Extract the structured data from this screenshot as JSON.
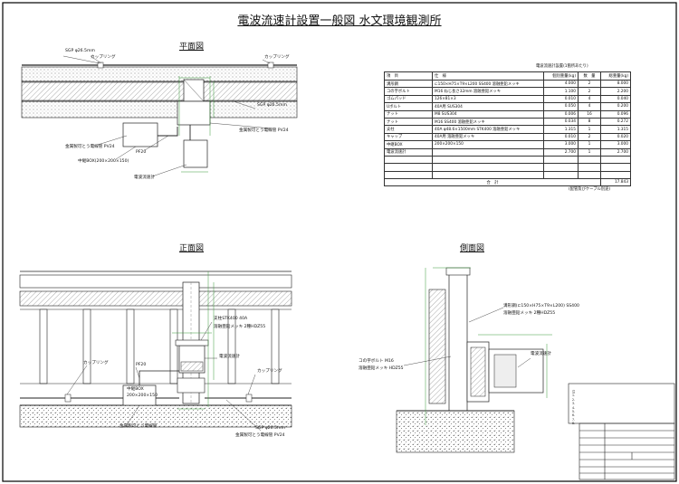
{
  "drawing": {
    "title": "電波流速計設置一般図 水文環境観測所",
    "views": {
      "plan": "平面図",
      "front": "正面図",
      "side": "側面図"
    }
  },
  "labels": {
    "plan_sgp_top": "SGP φ26.5mm",
    "plan_coupling_left": "カップリング",
    "plan_coupling_right": "カップリング",
    "plan_sgp_right": "SGP φ26.5mm",
    "plan_flex_left": "金属製可とう電線管 PV24",
    "plan_flex_right": "金属製可とう電線管 PV24",
    "plan_pf": "PF20",
    "plan_box": "中継BOX(200×200×150)",
    "plan_meter": "電波流速計",
    "front_support": "支柱STK400 40A",
    "front_plating": "溶融亜鉛メッキ 2種HDZ55",
    "front_coupling_left": "カップリング",
    "front_pf": "PF20",
    "front_meter": "電波流速計",
    "front_coupling_right": "カップリング",
    "front_box": "中継BOX",
    "front_box_size": "200×200×150",
    "front_flex_left": "金属製可とう電線管",
    "front_sgp": "SGP φ26.5mm",
    "front_flex_right": "金属製可とう電線管 PV24",
    "side_channel": "溝形鋼(⊏150×H75×T9×L200) SS400",
    "side_channel_plating": "溶融亜鉛メッキ 2種HDZ55",
    "side_bolt": "コの字ボルト M16",
    "side_bolt_plating": "溶融亜鉛メッキ HDZ55",
    "side_meter": "電波流速計"
  },
  "bom": {
    "caption": "電波流速計設置(1箇所あたり)",
    "headers": [
      "項　目",
      "仕　様",
      "個別重量(kg)",
      "数　量",
      "総重量(kg)"
    ],
    "rows": [
      [
        "溝形鋼",
        "⊏150×H75×T9×L200 SS400 溶融亜鉛メッキ",
        "4.000",
        "2",
        "8.000"
      ],
      [
        "コの字ボルト",
        "M16 ねじ長さ32mm 溶融亜鉛メッキ",
        "1.100",
        "2",
        "2.200"
      ],
      [
        "ゴムパッド",
        "126×81×3",
        "0.010",
        "4",
        "0.040"
      ],
      [
        "Uボルト",
        "40A用 SUS304",
        "0.050",
        "4",
        "0.200"
      ],
      [
        "ナット",
        "M8 SUS304",
        "0.006",
        "16",
        "0.096"
      ],
      [
        "ナット",
        "M16 SS400 溶融亜鉛メッキ",
        "0.034",
        "8",
        "0.272"
      ],
      [
        "支柱",
        "40A φ48.6×1500mm STK400 溶融亜鉛メッキ",
        "1.315",
        "1",
        "1.315"
      ],
      [
        "キャップ",
        "40A用 溶融亜鉛メッキ",
        "0.010",
        "2",
        "0.020"
      ],
      [
        "中継BOX",
        "200×200×150",
        "3.000",
        "1",
        "3.000"
      ],
      [
        "電波流速計",
        "",
        "2.700",
        "1",
        "2.700"
      ],
      [
        "",
        "",
        "",
        "",
        ""
      ],
      [
        "",
        "",
        "",
        "",
        ""
      ],
      [
        "",
        "",
        "",
        "",
        ""
      ]
    ],
    "total_label": "合　計",
    "total": "17.843",
    "footnote": "(配管及びケーブル別途)"
  },
  "notes": {
    "title": "注",
    "items": [
      "1.",
      "2.",
      "3.",
      "4.",
      "5.",
      "6.",
      "7.",
      "8."
    ]
  },
  "titleblock": {
    "rows": [
      "",
      "",
      "",
      "",
      "",
      "",
      "",
      ""
    ]
  }
}
